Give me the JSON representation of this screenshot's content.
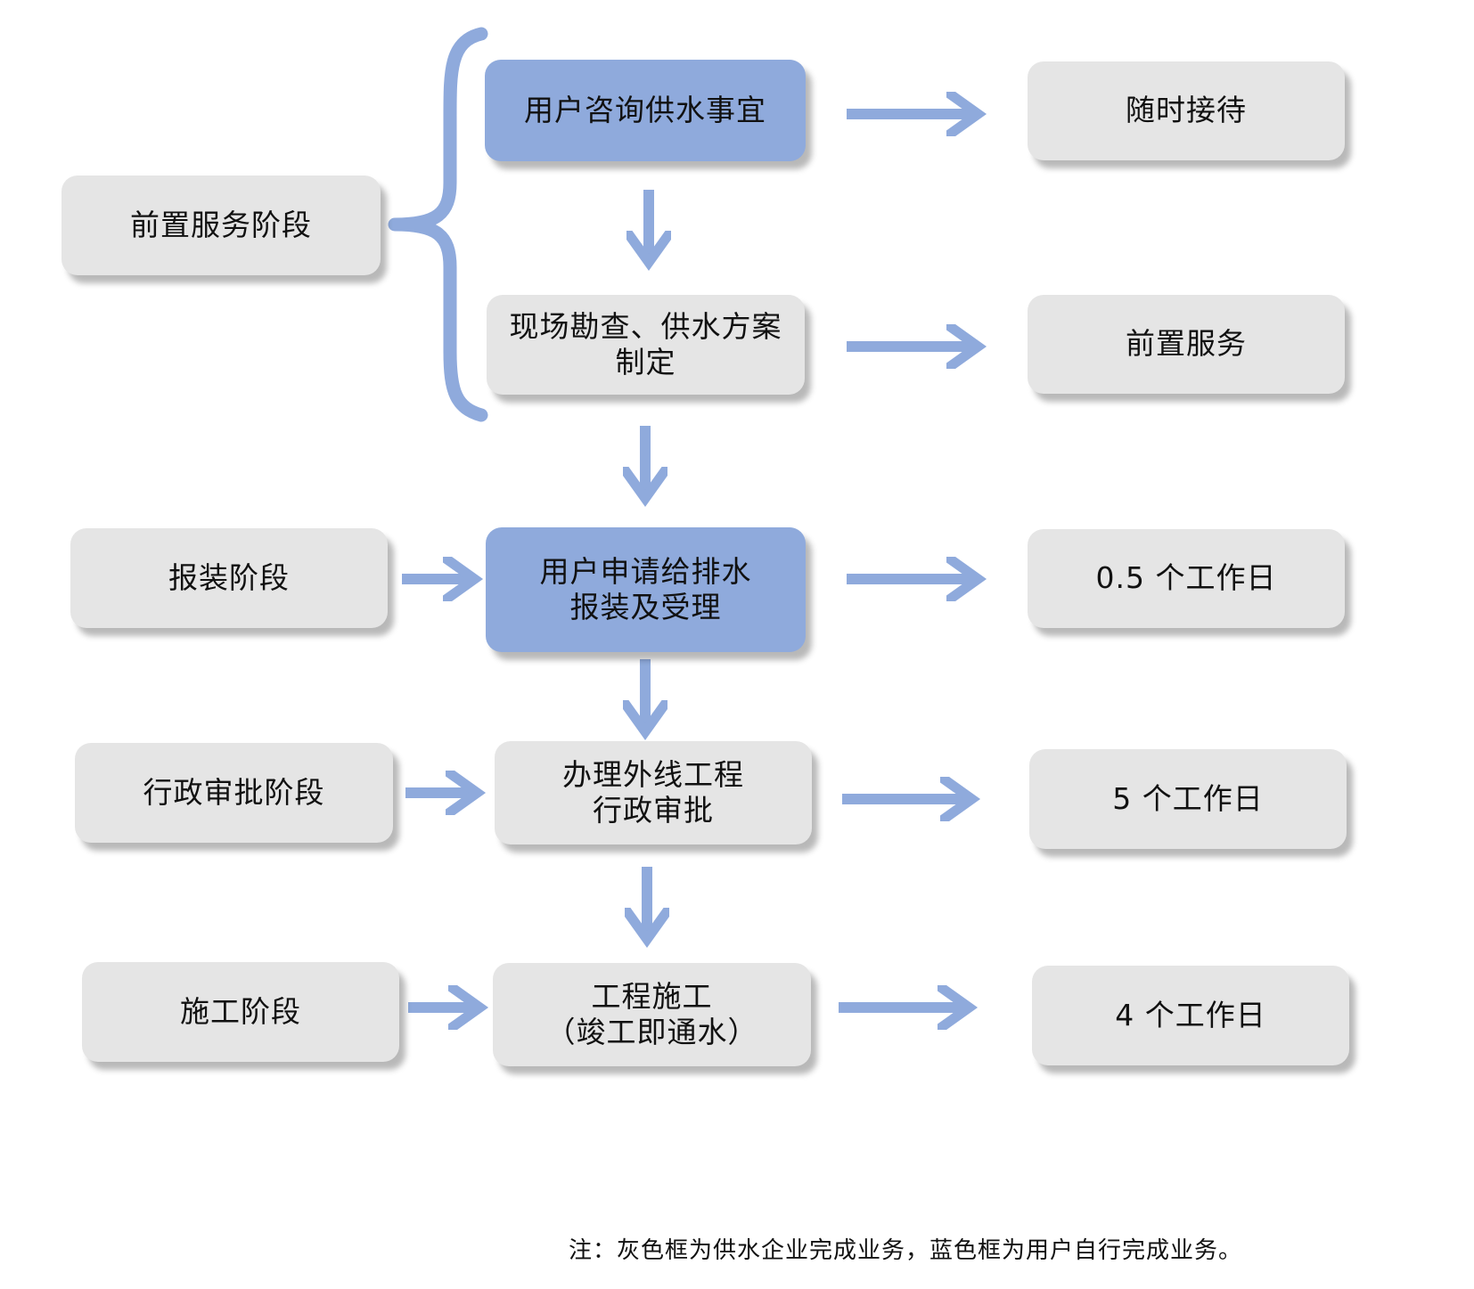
{
  "colors": {
    "gray_box": "#e5e5e5",
    "blue_box": "#8faadc",
    "connector": "#8faadc"
  },
  "stages": {
    "pre_service": "前置服务阶段",
    "application": "报装阶段",
    "admin_approval": "行政审批阶段",
    "construction": "施工阶段"
  },
  "process": {
    "consult": "用户咨询供水事宜",
    "survey": "现场勘查、供水方案\n制定",
    "apply": "用户申请给排水\n报装及受理",
    "approval": "办理外线工程\n行政审批",
    "build": "工程施工\n（竣工即通水）"
  },
  "durations": {
    "consult": "随时接待",
    "survey": "前置服务",
    "apply": "0.5 个工作日",
    "approval": "5 个工作日",
    "build": "4 个工作日"
  },
  "note": "注：灰色框为供水企业完成业务，蓝色框为用户自行完成业务。"
}
